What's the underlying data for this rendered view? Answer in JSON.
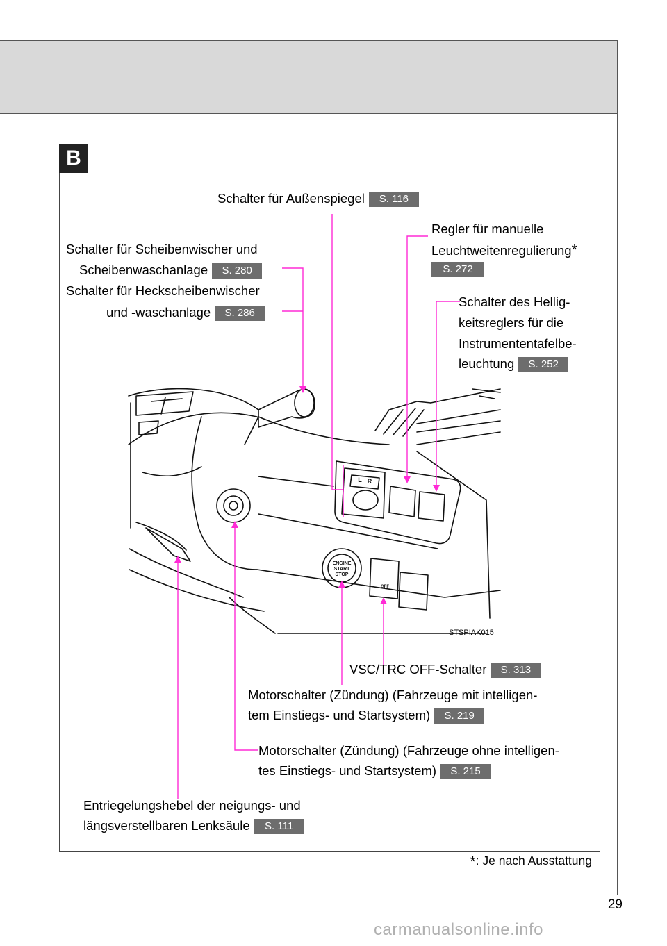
{
  "section": {
    "badge": "B"
  },
  "labels": {
    "mirror_switch": {
      "text": "Schalter für Außenspiegel",
      "ref": "S. 116"
    },
    "wiper_front": {
      "line1": "Schalter für Scheibenwischer und",
      "line2": "Scheibenwaschanlage",
      "ref": "S. 280"
    },
    "wiper_rear": {
      "line1": "Schalter für Heckscheibenwischer",
      "line2": "und -waschanlage",
      "ref": "S. 286"
    },
    "headlight_leveling": {
      "line1": "Regler für manuelle",
      "line2": "Leuchtweitenregulierung",
      "asterisk": "*",
      "ref": "S. 272"
    },
    "brightness": {
      "line1": "Schalter des Hellig-",
      "line2": "keitsreglers für die",
      "line3": "Instrumententafelbe-",
      "line4": "leuchtung",
      "ref": "S. 252"
    },
    "vsc_trc": {
      "text": "VSC/TRC OFF-Schalter",
      "ref": "S. 313"
    },
    "engine_smart": {
      "line1": "Motorschalter (Zündung) (Fahrzeuge mit intelligen-",
      "line2": "tem Einstiegs- und Startsystem)",
      "ref": "S. 219"
    },
    "engine_key": {
      "line1": "Motorschalter (Zündung) (Fahrzeuge ohne intelligen-",
      "line2": "tes Einstiegs- und Startsystem)",
      "ref": "S. 215"
    },
    "steering_lever": {
      "line1": "Entriegelungshebel der neigungs- und",
      "line2": "längsverstellbaren Lenksäule",
      "ref": "S. 111"
    }
  },
  "illustration": {
    "code": "STSPIAK015",
    "start_button": [
      "ENGINE",
      "START",
      "STOP"
    ],
    "mirror_lr": [
      "L",
      "R"
    ],
    "vsc_button_text": "OFF"
  },
  "footnote": {
    "asterisk": "*",
    "text": ": Je nach Ausstattung"
  },
  "page_number": "29",
  "watermark": "carmanualsonline.info",
  "colors": {
    "leader": "#ff2bd6",
    "ref_badge": "#6d6d6d",
    "header_band": "#d9d9d9"
  }
}
